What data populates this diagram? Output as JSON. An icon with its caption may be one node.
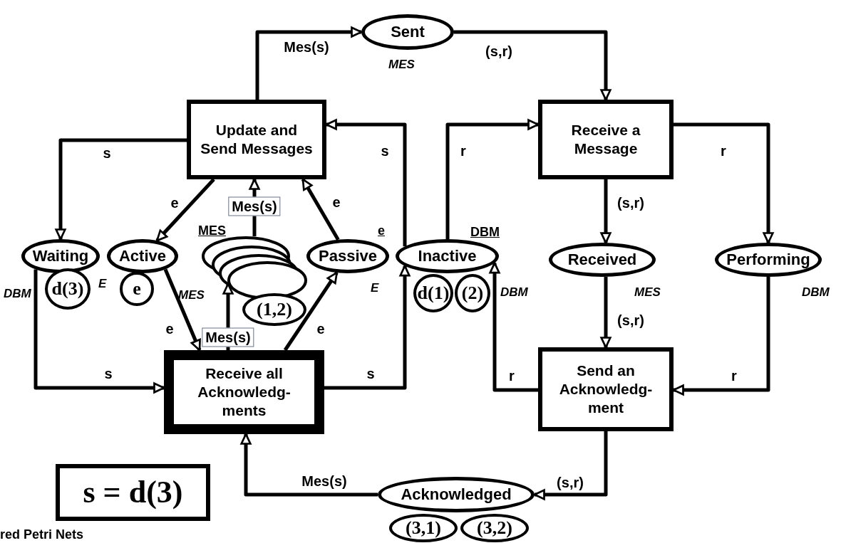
{
  "diagram": {
    "nodes": [
      {
        "text": [
          "Sent"
        ],
        "beside": [
          "MES"
        ]
      },
      {
        "text": [
          "Update and Send Messages"
        ]
      },
      {
        "text": [
          "Receive a Message"
        ]
      },
      {
        "text": [
          "Waiting"
        ],
        "beside": [
          "DBM"
        ]
      },
      {
        "text": [
          "d(3)"
        ]
      },
      {
        "text": [
          "Active"
        ],
        "beside": [
          "E"
        ]
      },
      {
        "text": [
          "e"
        ]
      },
      {
        "text": [],
        "shape": "ellipse",
        "beside": [
          "MES",
          "MES"
        ]
      },
      {
        "text": [
          "(1,2)"
        ]
      },
      {
        "text": [
          "Passive"
        ],
        "beside": [
          "e",
          "E"
        ]
      },
      {
        "text": [
          "Inactive"
        ],
        "beside": [
          "DBM",
          "DBM"
        ]
      },
      {
        "text": [
          "d(1)"
        ]
      },
      {
        "text": [
          "(2)"
        ]
      },
      {
        "text": [
          "Received"
        ],
        "beside": [
          "MES"
        ]
      },
      {
        "text": [
          "Performing"
        ],
        "beside": [
          "DBM"
        ]
      },
      {
        "text": [
          "Receive all Acknowledg- ments"
        ]
      },
      {
        "text": [
          "Send an Acknowledg- ment"
        ]
      },
      {
        "text": [
          "Acknowledged"
        ]
      },
      {
        "text": [
          "(3,1)"
        ]
      },
      {
        "text": [
          "(3,2)"
        ]
      },
      {
        "text": [
          "s = d(3)"
        ]
      }
    ],
    "edges": [
      {
        "from": 1,
        "to": 0,
        "arrow": "to",
        "label": "Mes(s)"
      },
      {
        "from": 0,
        "to": 2,
        "arrow": "to",
        "label": "(s,r)"
      },
      {
        "from": 1,
        "to": 3,
        "arrow": "to",
        "label": "s"
      },
      {
        "from": 1,
        "to": 5,
        "arrow": "to",
        "label": "e"
      },
      {
        "from": 7,
        "to": 1,
        "arrow": "to",
        "label": "Mes(s)"
      },
      {
        "from": 9,
        "to": 1,
        "arrow": "to",
        "label": "e"
      },
      {
        "from": 10,
        "to": 1,
        "arrow": "to",
        "label": "s"
      },
      {
        "from": 10,
        "to": 2,
        "arrow": "to",
        "label": "r"
      },
      {
        "from": 2,
        "to": 13,
        "arrow": "to",
        "label": "(s,r)"
      },
      {
        "from": 2,
        "to": 14,
        "arrow": "to",
        "label": "r"
      },
      {
        "from": 3,
        "to": 15,
        "arrow": "to",
        "label": "s"
      },
      {
        "from": 5,
        "to": 15,
        "arrow": "to",
        "label": "e"
      },
      {
        "from": 15,
        "to": 7,
        "arrow": "to",
        "label": "Mes(s)"
      },
      {
        "from": 15,
        "to": 9,
        "arrow": "to",
        "label": "e"
      },
      {
        "from": 15,
        "to": 10,
        "arrow": "to",
        "label": "s"
      },
      {
        "from": 13,
        "to": 16,
        "arrow": "to",
        "label": "(s,r)"
      },
      {
        "from": 14,
        "to": 16,
        "arrow": "to",
        "label": "r"
      },
      {
        "from": 16,
        "to": 10,
        "arrow": "to",
        "label": "r"
      },
      {
        "from": 16,
        "to": 17,
        "arrow": "to",
        "label": "(s,r)"
      },
      {
        "from": 17,
        "to": 15,
        "arrow": "to",
        "label": "Mes(s)"
      }
    ],
    "labels": [
      "red Petri Nets"
    ]
  }
}
